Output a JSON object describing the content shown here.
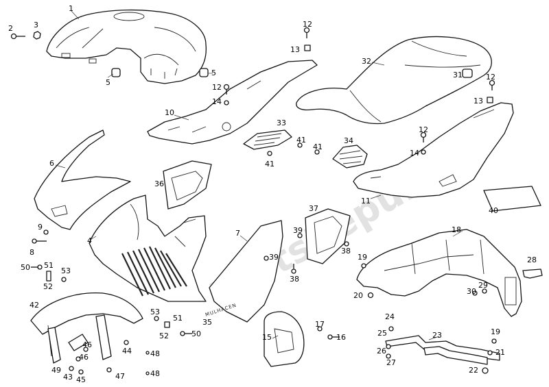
{
  "diagram": {
    "callouts": [
      {
        "label": "1"
      },
      {
        "label": "2"
      },
      {
        "label": "3"
      },
      {
        "label": "4"
      },
      {
        "label": "5"
      },
      {
        "label": "5"
      },
      {
        "label": "6"
      },
      {
        "label": "7"
      },
      {
        "label": "8"
      },
      {
        "label": "9"
      },
      {
        "label": "10"
      },
      {
        "label": "11"
      },
      {
        "label": "12"
      },
      {
        "label": "12"
      },
      {
        "label": "12"
      },
      {
        "label": "12"
      },
      {
        "label": "13"
      },
      {
        "label": "13"
      },
      {
        "label": "14"
      },
      {
        "label": "14"
      },
      {
        "label": "15"
      },
      {
        "label": "16"
      },
      {
        "label": "17"
      },
      {
        "label": "18"
      },
      {
        "label": "19"
      },
      {
        "label": "19"
      },
      {
        "label": "20"
      },
      {
        "label": "21"
      },
      {
        "label": "22"
      },
      {
        "label": "23"
      },
      {
        "label": "24"
      },
      {
        "label": "25"
      },
      {
        "label": "26"
      },
      {
        "label": "27"
      },
      {
        "label": "28"
      },
      {
        "label": "29"
      },
      {
        "label": "30"
      },
      {
        "label": "31"
      },
      {
        "label": "32"
      },
      {
        "label": "33"
      },
      {
        "label": "34"
      },
      {
        "label": "35"
      },
      {
        "label": "36"
      },
      {
        "label": "37"
      },
      {
        "label": "38"
      },
      {
        "label": "38"
      },
      {
        "label": "39"
      },
      {
        "label": "39"
      },
      {
        "label": "40"
      },
      {
        "label": "41"
      },
      {
        "label": "41"
      },
      {
        "label": "41"
      },
      {
        "label": "42"
      },
      {
        "label": "43"
      },
      {
        "label": "44"
      },
      {
        "label": "45"
      },
      {
        "label": "46"
      },
      {
        "label": "46"
      },
      {
        "label": "47"
      },
      {
        "label": "48"
      },
      {
        "label": "48"
      },
      {
        "label": "49"
      },
      {
        "label": "50"
      },
      {
        "label": "50"
      },
      {
        "label": "51"
      },
      {
        "label": "51"
      },
      {
        "label": "52"
      },
      {
        "label": "52"
      },
      {
        "label": "53"
      },
      {
        "label": "53"
      }
    ],
    "decal_text": "MULHACEN",
    "watermark": "PartsRepublik"
  }
}
